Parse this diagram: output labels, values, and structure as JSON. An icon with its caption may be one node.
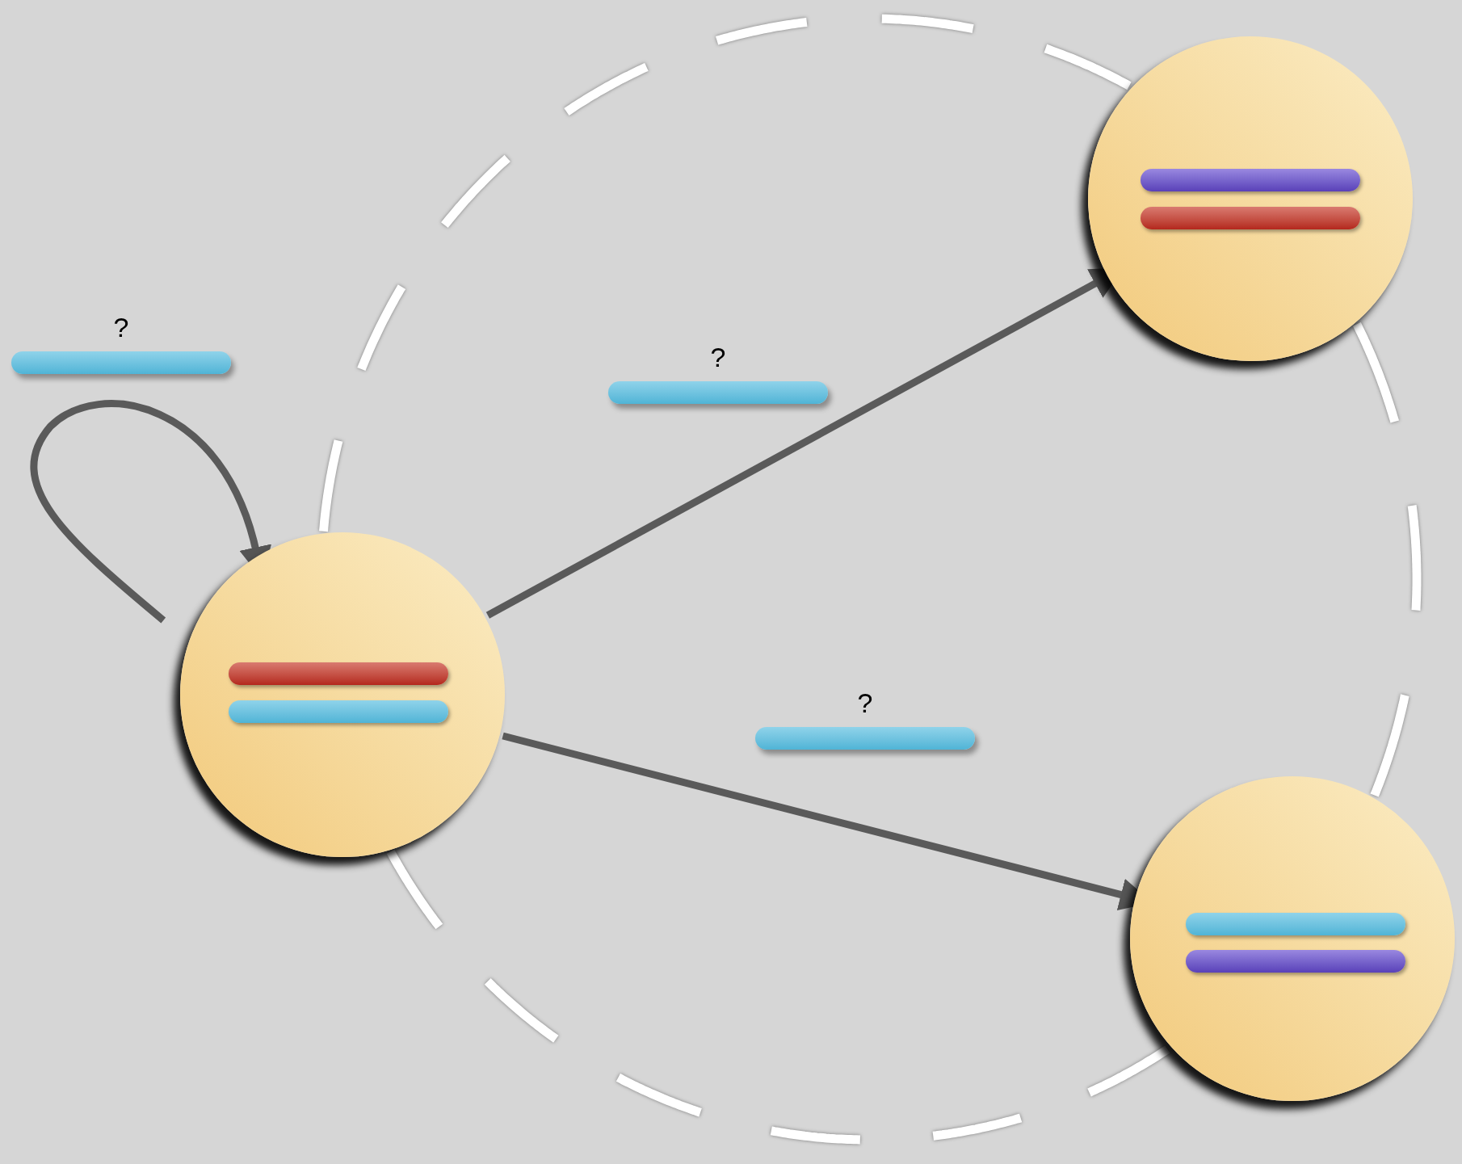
{
  "diagram": {
    "nodes": [
      {
        "text": [],
        "shape": "circle"
      },
      {
        "text": [],
        "shape": "bar",
        "in": 0
      },
      {
        "text": [],
        "shape": "bar",
        "in": 0
      },
      {
        "text": [],
        "shape": "circle"
      },
      {
        "text": [],
        "shape": "bar",
        "in": 3
      },
      {
        "text": [],
        "shape": "bar",
        "in": 3
      },
      {
        "text": [],
        "shape": "circle"
      },
      {
        "text": [],
        "shape": "bar",
        "in": 6
      },
      {
        "text": [],
        "shape": "bar",
        "in": 6
      },
      {
        "text": [
          "?"
        ]
      },
      {
        "text": [
          "?"
        ]
      },
      {
        "text": [
          "?"
        ]
      }
    ],
    "edges": [
      {
        "from": null,
        "to": 0,
        "arrow": "to"
      },
      {
        "from": 0,
        "to": 3,
        "arrow": "to"
      },
      {
        "from": 0,
        "to": 6,
        "arrow": "to"
      },
      {
        "from": 0,
        "to": 3,
        "arrow": "none",
        "style": "dashed",
        "color": "#ffffff"
      },
      {
        "from": 3,
        "to": 6,
        "arrow": "none",
        "style": "dashed",
        "color": "#ffffff"
      },
      {
        "from": 6,
        "to": 0,
        "arrow": "none",
        "style": "dashed",
        "color": "#ffffff"
      }
    ]
  }
}
